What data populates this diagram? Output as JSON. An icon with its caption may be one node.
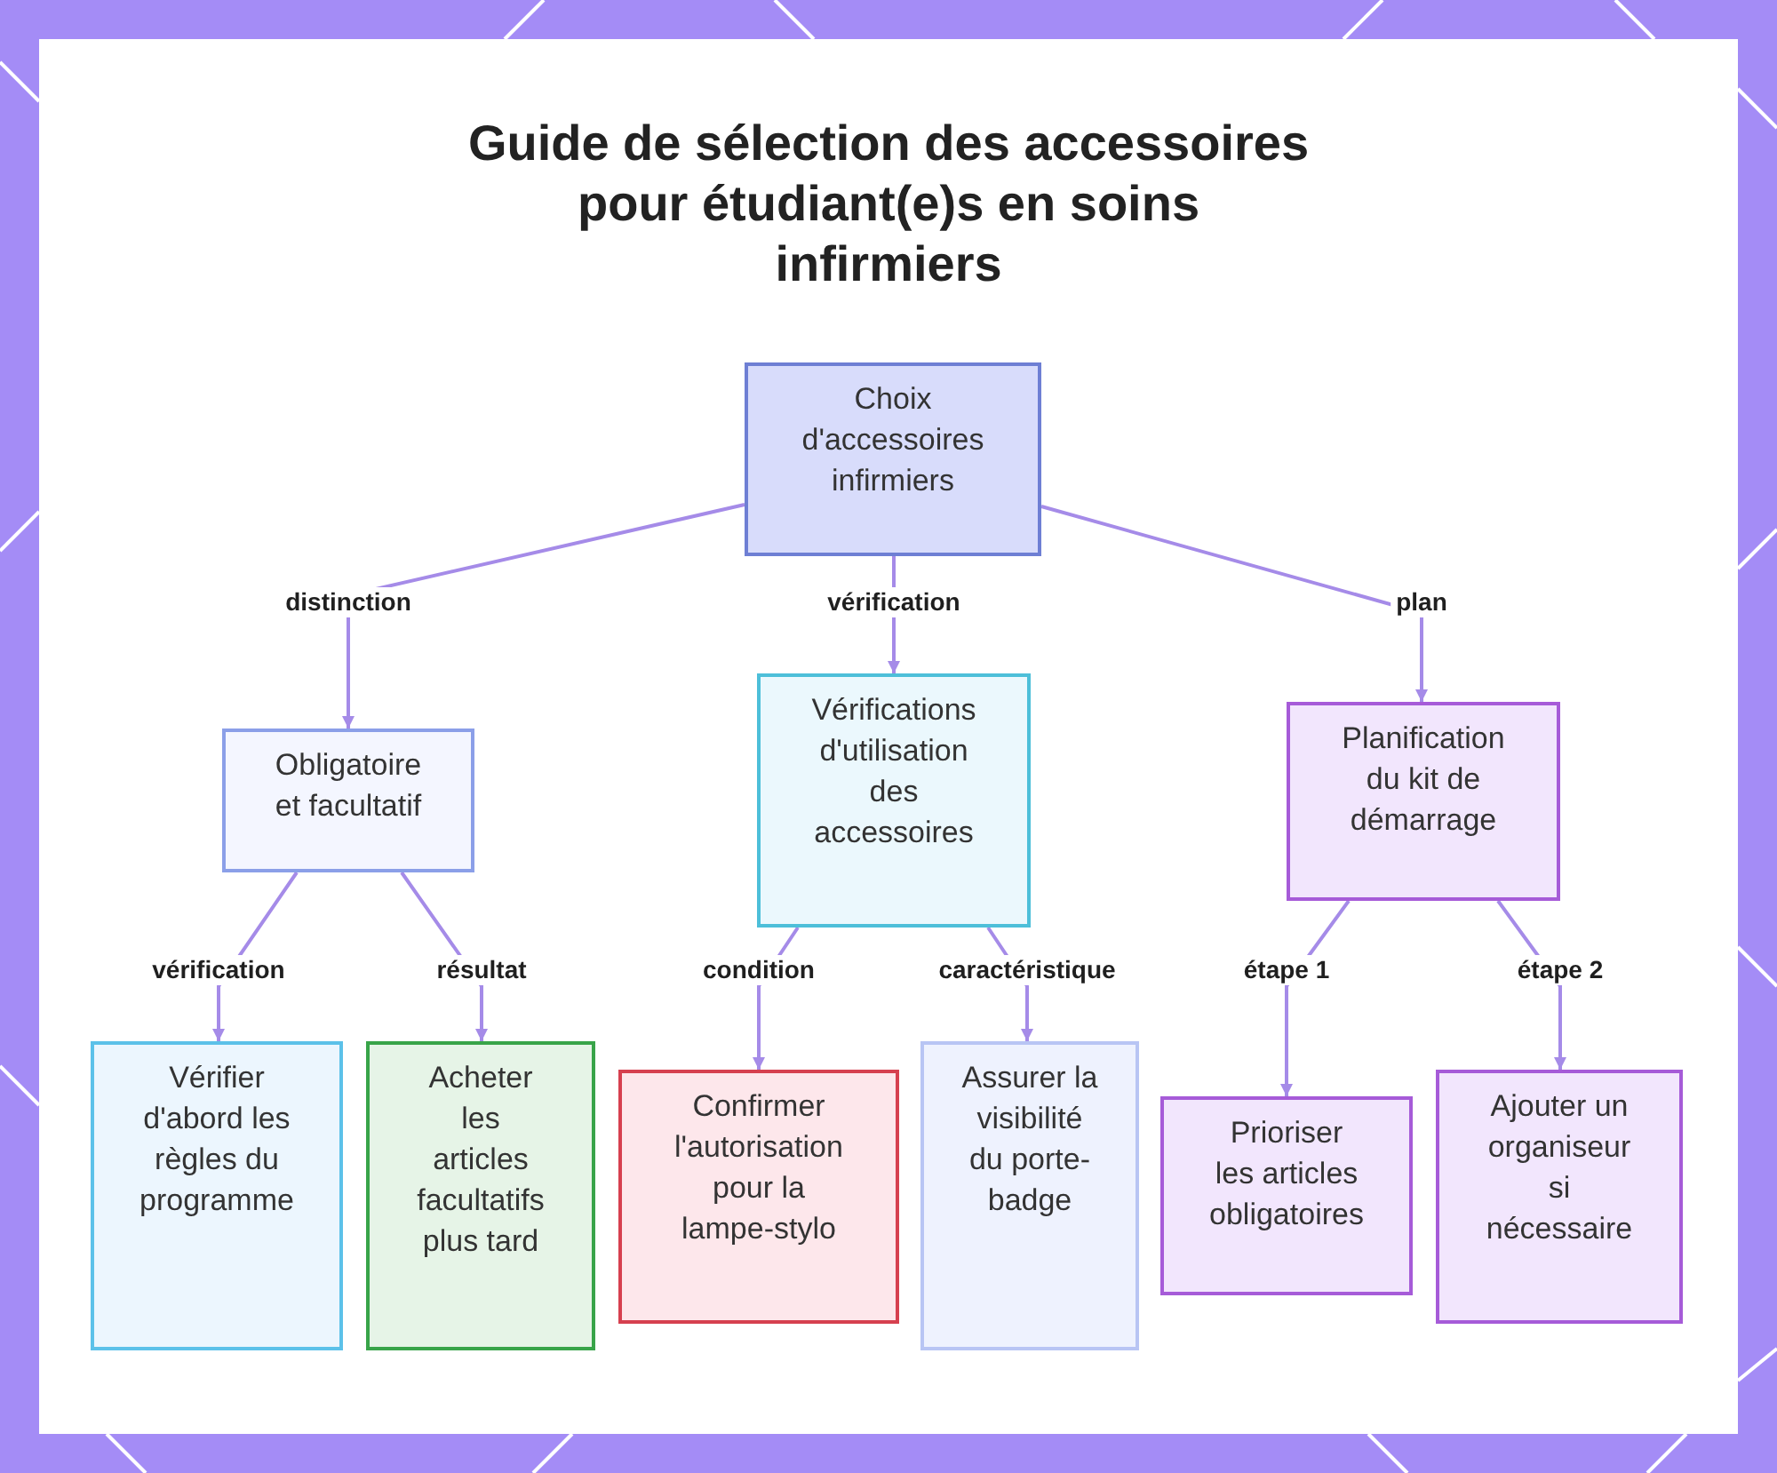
{
  "diagram": {
    "title": "Guide de sélection des accessoires pour étudiant(e)s en soins infirmiers",
    "nodes": [
      {
        "text": [
          "Choix d'accessoires infirmiers"
        ]
      },
      {
        "text": [
          "Obligatoire et facultatif"
        ]
      },
      {
        "text": [
          "Vérifications d'utilisation des accessoires"
        ]
      },
      {
        "text": [
          "Planification du kit de démarrage"
        ]
      },
      {
        "text": [
          "Vérifier d'abord les règles du programme"
        ]
      },
      {
        "text": [
          "Acheter les articles facultatifs plus tard"
        ]
      },
      {
        "text": [
          "Confirmer l'autorisation pour la lampe-stylo"
        ]
      },
      {
        "text": [
          "Assurer la visibilité du porte-badge"
        ]
      },
      {
        "text": [
          "Prioriser les articles obligatoires"
        ]
      },
      {
        "text": [
          "Ajouter un organiseur si nécessaire"
        ]
      }
    ],
    "edges": [
      {
        "from": 0,
        "to": 1,
        "arrow": "to",
        "label": "distinction"
      },
      {
        "from": 0,
        "to": 2,
        "arrow": "to",
        "label": "vérification"
      },
      {
        "from": 0,
        "to": 3,
        "arrow": "to",
        "label": "plan"
      },
      {
        "from": 1,
        "to": 4,
        "arrow": "to",
        "label": "vérification"
      },
      {
        "from": 1,
        "to": 5,
        "arrow": "to",
        "label": "résultat"
      },
      {
        "from": 2,
        "to": 6,
        "arrow": "to",
        "label": "condition"
      },
      {
        "from": 2,
        "to": 7,
        "arrow": "to",
        "label": "caractéristique"
      },
      {
        "from": 3,
        "to": 8,
        "arrow": "to",
        "label": "étape 1"
      },
      {
        "from": 3,
        "to": 9,
        "arrow": "to",
        "label": "étape 2"
      }
    ]
  }
}
